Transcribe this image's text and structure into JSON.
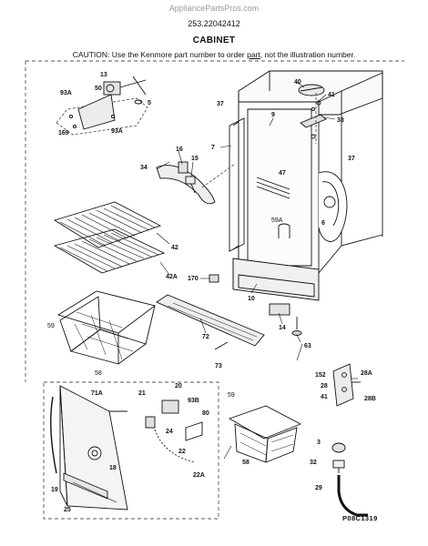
{
  "header": {
    "watermark": "AppliancePartsPros.com",
    "model_number": "253.22042412",
    "section_title": "CABINET",
    "caution_pre": "CAUTION: Use the Kenmore part number to order ",
    "caution_link": "part",
    "caution_post": ", not the illustration number."
  },
  "labels": {
    "p40": "40",
    "p41": "41",
    "p38": "38",
    "p37a": "37",
    "p37b": "37",
    "p9": "9",
    "p7": "7",
    "p47": "47",
    "p6": "6",
    "p59A": "59A",
    "p13": "13",
    "p50": "50",
    "p93A": "93A",
    "p93Ab": "93A",
    "p5": "5",
    "p169": "169",
    "p16": "16",
    "p15": "15",
    "p34": "34",
    "p42": "42",
    "p42A": "42A",
    "p59": "59",
    "p170": "170",
    "p10": "10",
    "p14": "14",
    "p72": "72",
    "p73": "73",
    "p63": "63",
    "p58": "58",
    "p59b": "59",
    "p152": "152",
    "p28A": "28A",
    "p28": "28",
    "p41b": "41",
    "p28B": "28B",
    "p71A": "71A",
    "p21": "21",
    "p20": "20",
    "p93B": "93B",
    "p80": "80",
    "p24": "24",
    "p22": "22",
    "p22A": "22A",
    "p18": "18",
    "p19": "19",
    "p25": "25",
    "p58b": "58",
    "p3": "3",
    "p32": "32",
    "p29": "29"
  },
  "footer": {
    "diagram_code": "P08C1319"
  },
  "colors": {
    "line": "#111111",
    "dash": "#555555",
    "shade": "#d9d9d9",
    "panel": "#f2f2f2"
  }
}
